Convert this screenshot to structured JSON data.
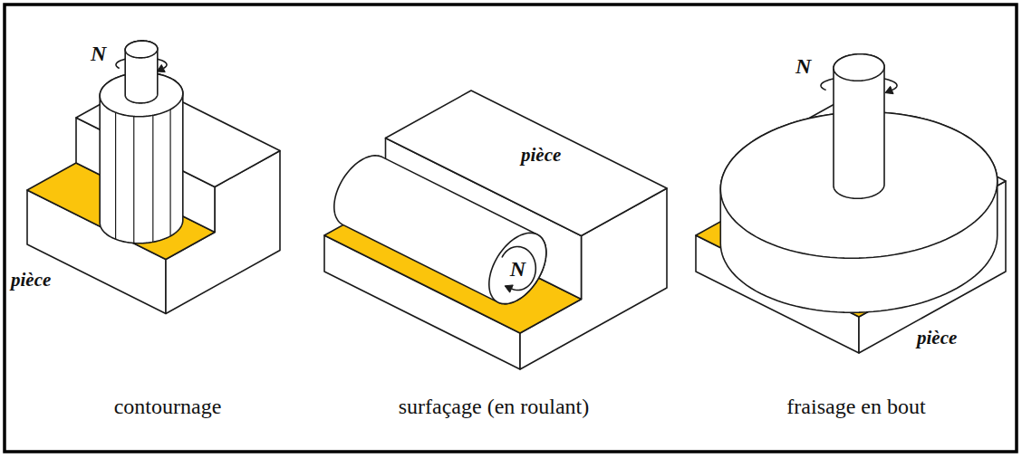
{
  "diagram": {
    "labels": [
      "N",
      "pièce",
      "contournage",
      "N",
      "pièce",
      "surfaçage (en roulant)",
      "N",
      "pièce",
      "fraisage en bout"
    ]
  }
}
